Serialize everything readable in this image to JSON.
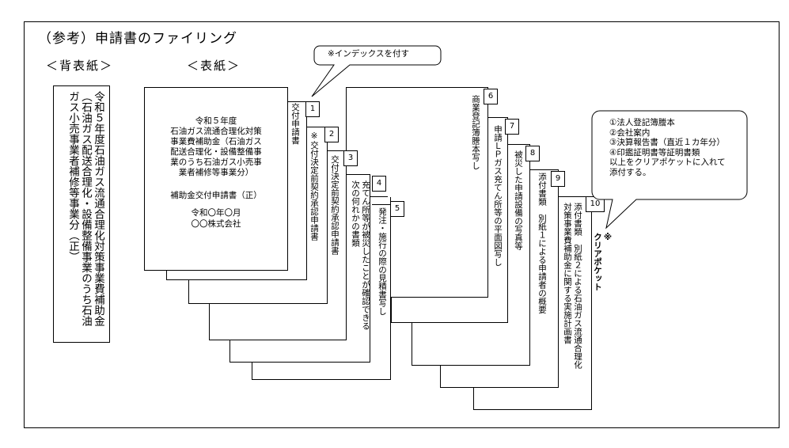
{
  "title": "（参考）申請書のファイリング",
  "labels": {
    "back_cover": "＜背表紙＞",
    "front_cover": "＜表紙＞"
  },
  "spine_text": "令和５年度石油ガス流通合理化対策事業費補助金\n（石油ガス配送合理化・設備整備事業のうち石油\nガス小売事業者補修等事業分（正）",
  "cover": {
    "program": "令和５年度\n石油ガス流通合理化対策\n事業費補助金（石油ガス\n配送合理化・設備整備事\n業のうち石油ガス小売事\n業者補修等事業分）",
    "doc_title": "補助金交付申請書（正）",
    "date": "令和〇年〇月",
    "company": "〇〇株式会社"
  },
  "tab_callout": "※インデックスを付す",
  "documents": [
    {
      "num": "1",
      "text": "交付申請書"
    },
    {
      "num": "2",
      "text": "※交付決定前契約承認申請書"
    },
    {
      "num": "3",
      "text": "交付決定前契約承認申請書"
    },
    {
      "num": "4",
      "text": "充てん所等が被災したことが確認できる\n次の何れかの書類"
    },
    {
      "num": "5",
      "text": "発注・施行の際の見積書写し"
    },
    {
      "num": "6",
      "text": "商業登記簿謄本写し"
    },
    {
      "num": "7",
      "text": "申請ＬＰガス充てん所等の平面図写し"
    },
    {
      "num": "8",
      "text": "被災した申請設備の写真等"
    },
    {
      "num": "9",
      "text": "添付書類　別紙１による申請者の概要"
    },
    {
      "num": "10",
      "text": "添付書類　別紙２による石油ガス流通合理化\n対策事業費補助金に関する実施計画書"
    }
  ],
  "clear_pocket": "※\nクリアポケット",
  "pocket_note": "①法人登記簿謄本\n②会社案内\n③決算報告書（直近１カ年分）\n④印鑑証明書等証明書類\n以上をクリアポケットに入れて\n添付する。"
}
